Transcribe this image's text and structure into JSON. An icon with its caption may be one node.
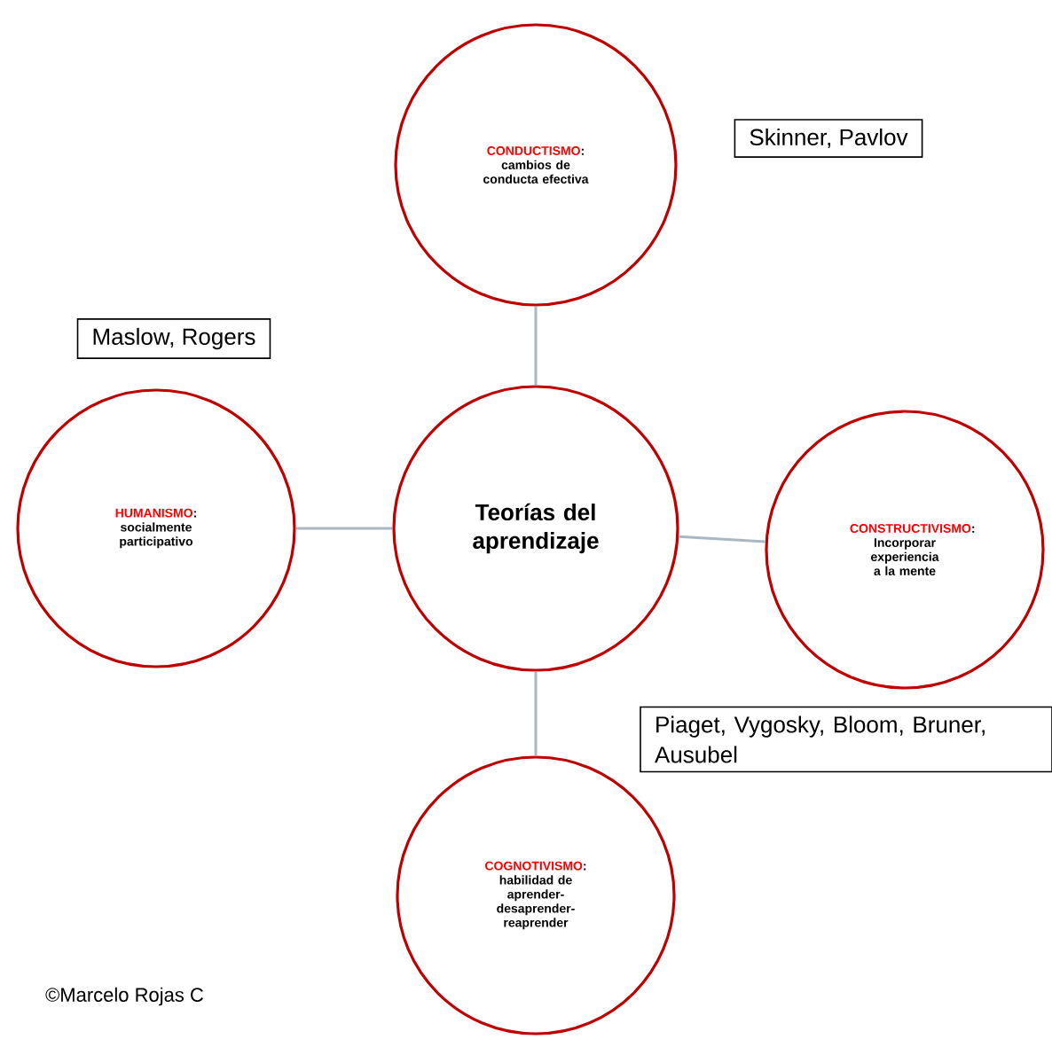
{
  "diagram": {
    "nodes": [
      {
        "text": [
          "CONDUCTISMO",
          ": cambios de conducta efectiva"
        ]
      },
      {
        "text": [
          "Skinner, Pavlov"
        ]
      },
      {
        "text": [
          "Maslow, Rogers"
        ]
      },
      {
        "text": [
          "HUMANISMO",
          ": socialmente participativo"
        ]
      },
      {
        "text": [
          "Teorías del aprendizaje"
        ]
      },
      {
        "text": [
          "CONSTRUCTIVISMO",
          ": Incorporar experiencia a la mente"
        ]
      },
      {
        "text": [
          "Piaget, Vygosky, Bloom, Bruner, Ausubel"
        ]
      },
      {
        "text": [
          "COGNOTIVISMO",
          ": habilidad de aprender-desaprender-reaprender"
        ]
      }
    ],
    "edges": [
      {
        "from": 4,
        "to": 0,
        "arrow": "none"
      },
      {
        "from": 4,
        "to": 3,
        "arrow": "none"
      },
      {
        "from": 4,
        "to": 5,
        "arrow": "none"
      },
      {
        "from": 4,
        "to": 7,
        "arrow": "none"
      }
    ],
    "labels": [
      "©Marcelo Rojas C"
    ]
  }
}
